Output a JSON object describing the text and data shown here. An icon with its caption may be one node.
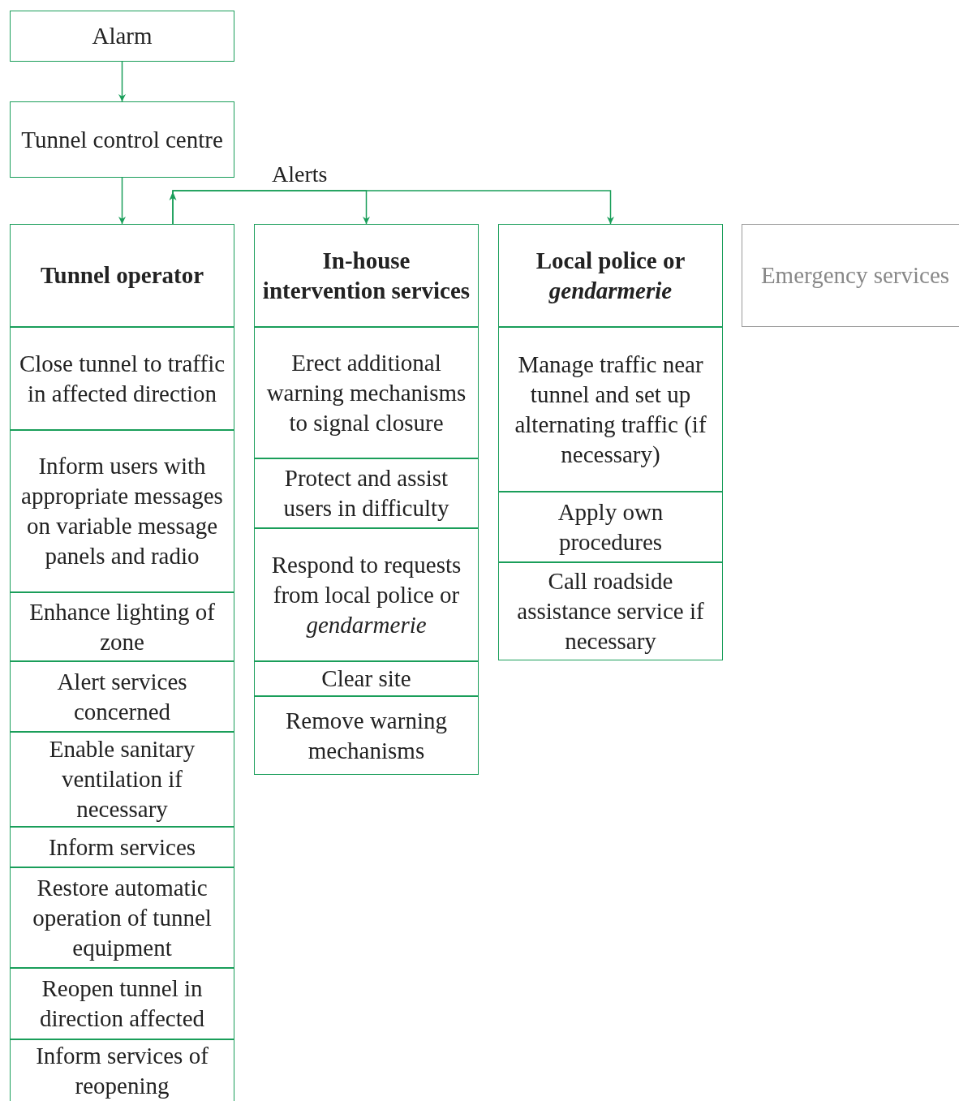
{
  "diagram": {
    "nodes": [
      {
        "text": [
          "Alarm"
        ]
      },
      {
        "text": [
          "Tunnel control centre"
        ]
      },
      {
        "text": [
          "Tunnel operator"
        ]
      },
      {
        "text": [
          "Close tunnel to traffic in affected direction"
        ]
      },
      {
        "text": [
          "Inform users with appropriate messages on variable message panels and radio"
        ]
      },
      {
        "text": [
          "Enhance lighting of zone"
        ]
      },
      {
        "text": [
          "Alert services concerned"
        ]
      },
      {
        "text": [
          "Enable sanitary ventilation if necessary"
        ]
      },
      {
        "text": [
          "Inform services"
        ]
      },
      {
        "text": [
          "Restore automatic operation of tunnel equipment"
        ]
      },
      {
        "text": [
          "Reopen tunnel in direction affected"
        ]
      },
      {
        "text": [
          "Inform services of reopening"
        ]
      },
      {
        "text": [
          "In-house intervention services"
        ]
      },
      {
        "text": [
          "Erect additional warning mechanisms to signal closure"
        ]
      },
      {
        "text": [
          "Protect and assist users in difficulty"
        ]
      },
      {
        "text": [
          "Respond to requests from local police or *gendarmerie*"
        ]
      },
      {
        "text": [
          "Clear site"
        ]
      },
      {
        "text": [
          "Remove warning mechanisms"
        ]
      },
      {
        "text": [
          "Local police or *gendarmerie*"
        ]
      },
      {
        "text": [
          "Manage traffic near tunnel and set up alternating traffic (if necessary)"
        ]
      },
      {
        "text": [
          "Apply own procedures"
        ]
      },
      {
        "text": [
          "Call roadside assistance service if necessary"
        ]
      },
      {
        "text": [
          "Emergency services"
        ]
      }
    ],
    "edges": [
      {
        "from": 0,
        "to": 1,
        "arrow": "to"
      },
      {
        "from": 1,
        "to": 2,
        "arrow": "to"
      },
      {
        "from": 2,
        "to": 12,
        "arrow": "to",
        "label": "Alerts"
      },
      {
        "from": 2,
        "to": 18,
        "arrow": "to"
      }
    ]
  }
}
